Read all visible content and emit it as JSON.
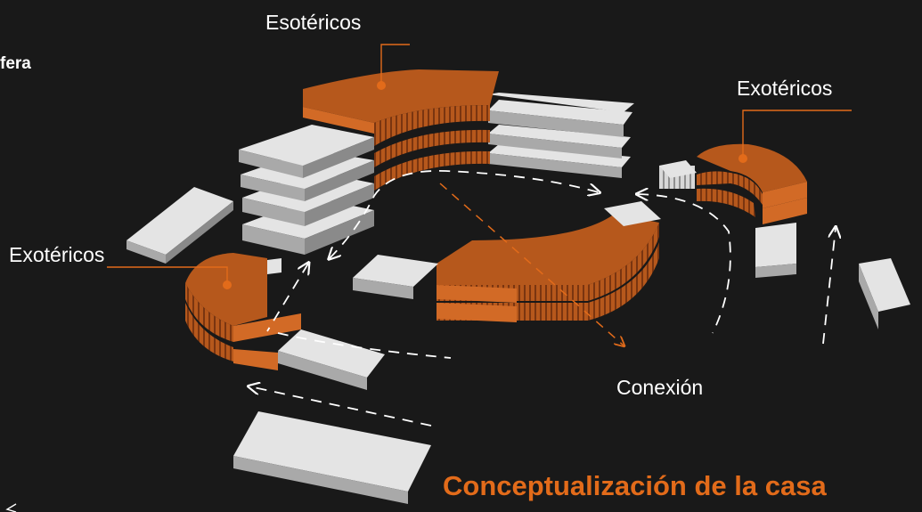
{
  "labels": {
    "esotericos": "Esotéricos",
    "exotericos_right": "Exotéricos",
    "exotericos_left": "Exotéricos",
    "conexion": "Conexión",
    "side_fragment": "fera",
    "title": "Conceptualización de la casa"
  },
  "colors": {
    "background": "#191919",
    "orange": "#b6581c",
    "orange_light": "#d26a26",
    "orange_dark": "#8a3e12",
    "white_top": "#e4e4e4",
    "white_side": "#a9a9a9",
    "line": "#ffffff",
    "accent": "#e26b1a"
  }
}
